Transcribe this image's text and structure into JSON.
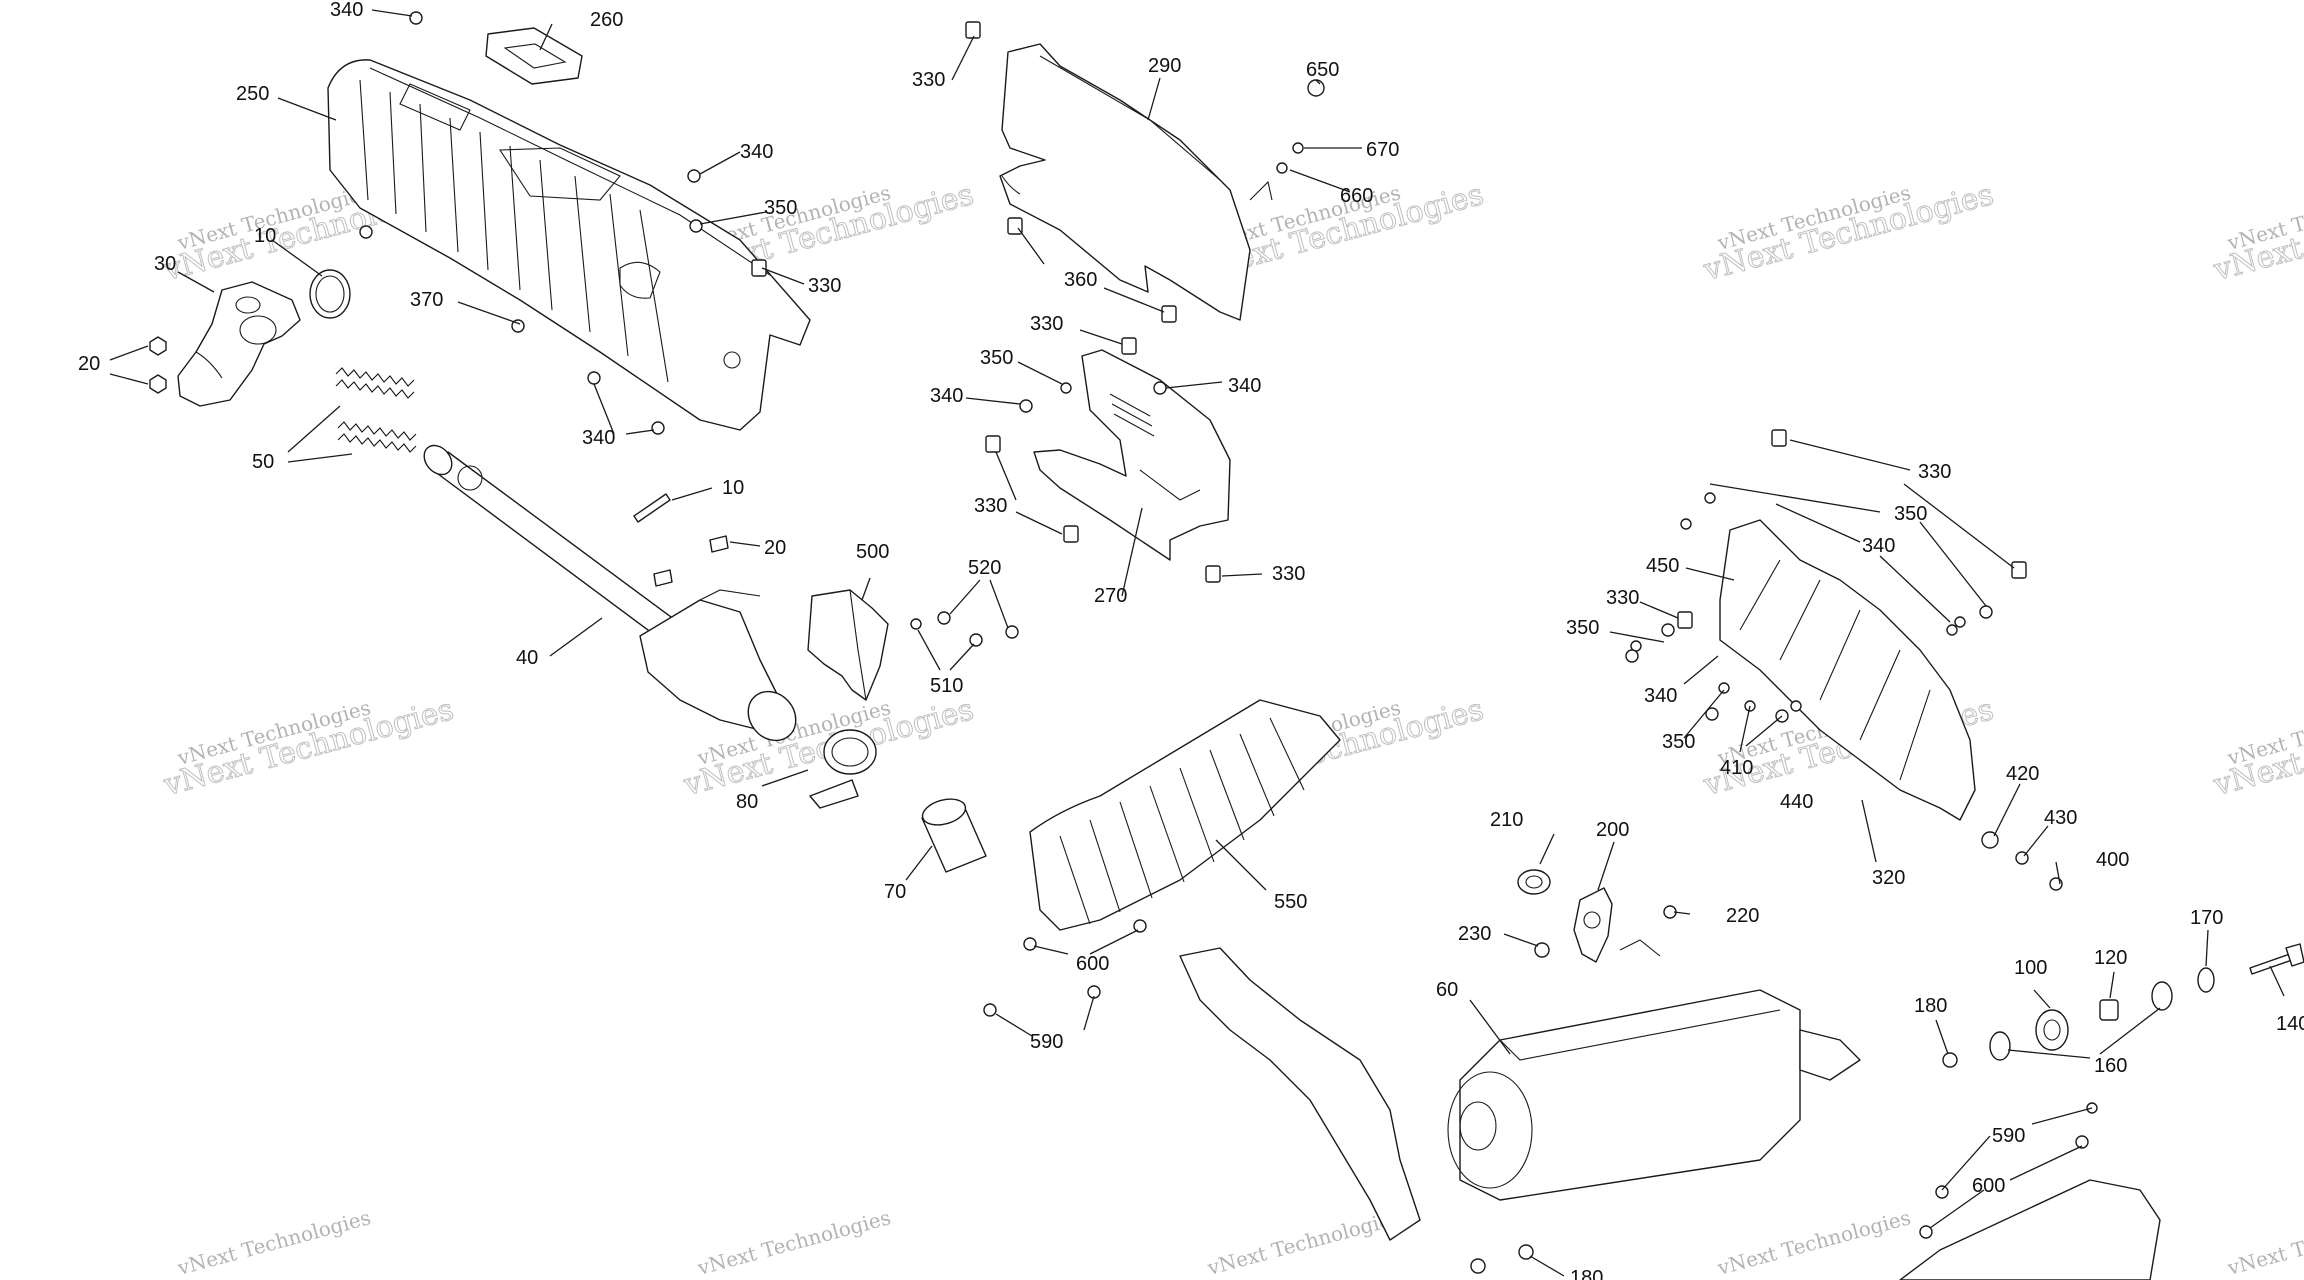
{
  "watermark": {
    "small": "vNext Technologies",
    "large": "vNext Technologies"
  },
  "callouts": [
    {
      "label": "340"
    },
    {
      "label": "260"
    },
    {
      "label": "250"
    },
    {
      "label": "340"
    },
    {
      "label": "350"
    },
    {
      "label": "10"
    },
    {
      "label": "30"
    },
    {
      "label": "330"
    },
    {
      "label": "370"
    },
    {
      "label": "20"
    },
    {
      "label": "340"
    },
    {
      "label": "50"
    },
    {
      "label": "10"
    },
    {
      "label": "20"
    },
    {
      "label": "40"
    },
    {
      "label": "330"
    },
    {
      "label": "290"
    },
    {
      "label": "650"
    },
    {
      "label": "670"
    },
    {
      "label": "660"
    },
    {
      "label": "360"
    },
    {
      "label": "330"
    },
    {
      "label": "350"
    },
    {
      "label": "340"
    },
    {
      "label": "340"
    },
    {
      "label": "330"
    },
    {
      "label": "270"
    },
    {
      "label": "330"
    },
    {
      "label": "500"
    },
    {
      "label": "520"
    },
    {
      "label": "510"
    },
    {
      "label": "80"
    },
    {
      "label": "70"
    },
    {
      "label": "550"
    },
    {
      "label": "600"
    },
    {
      "label": "590"
    },
    {
      "label": "330"
    },
    {
      "label": "350"
    },
    {
      "label": "340"
    },
    {
      "label": "450"
    },
    {
      "label": "330"
    },
    {
      "label": "350"
    },
    {
      "label": "340"
    },
    {
      "label": "350"
    },
    {
      "label": "410"
    },
    {
      "label": "440"
    },
    {
      "label": "320"
    },
    {
      "label": "420"
    },
    {
      "label": "430"
    },
    {
      "label": "400"
    },
    {
      "label": "210"
    },
    {
      "label": "200"
    },
    {
      "label": "220"
    },
    {
      "label": "230"
    },
    {
      "label": "60"
    },
    {
      "label": "180"
    },
    {
      "label": "100"
    },
    {
      "label": "120"
    },
    {
      "label": "170"
    },
    {
      "label": "140"
    },
    {
      "label": "160"
    },
    {
      "label": "590"
    },
    {
      "label": "600"
    },
    {
      "label": "180"
    }
  ]
}
